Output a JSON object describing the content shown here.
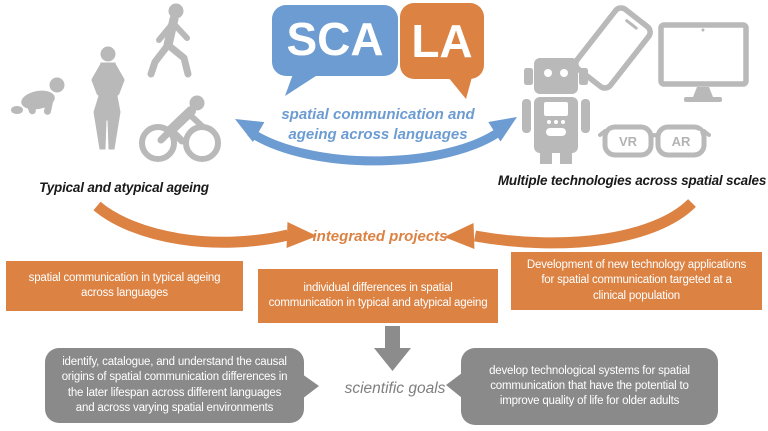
{
  "logo": {
    "bubble1_text": "SCA",
    "bubble2_text": "LA",
    "tagline": "spatial communication and\nageing across languages"
  },
  "left_group": {
    "label": "Typical and atypical ageing",
    "icons": [
      "crawling-baby-icon",
      "standing-woman-icon",
      "walking-person-icon",
      "cyclist-icon"
    ]
  },
  "right_group": {
    "label": "Multiple technologies across spatial scales",
    "icons": [
      "robot-icon",
      "smartphone-icon",
      "desktop-monitor-icon",
      "vr-ar-glasses-icon"
    ],
    "glasses_left_lens": "VR",
    "glasses_right_lens": "AR"
  },
  "center": {
    "integrated_projects_label": "integrated projects",
    "scientific_goals_label": "scientific goals"
  },
  "project_boxes": [
    {
      "text": "spatial communication in typical ageing\nacross languages"
    },
    {
      "text": "individual differences in spatial\ncommunication in typical and atypical ageing"
    },
    {
      "text": "Development of new technology applications\nfor spatial communication targeted at a\nclinical population"
    }
  ],
  "goal_boxes": [
    {
      "text": "identify, catalogue, and understand the causal\norigins of spatial communication differences in\nthe later lifespan across different languages\nand across varying spatial environments"
    },
    {
      "text": "develop technological systems for spatial\ncommunication that have the potential to\nimprove quality of life for older adults"
    }
  ],
  "colors": {
    "blue": "#6D9CD2",
    "orange": "#DC8243",
    "icon_gray": "#B9B9B9",
    "box_gray": "#8A8A8A",
    "goals_text_gray": "#7F7F7F"
  }
}
